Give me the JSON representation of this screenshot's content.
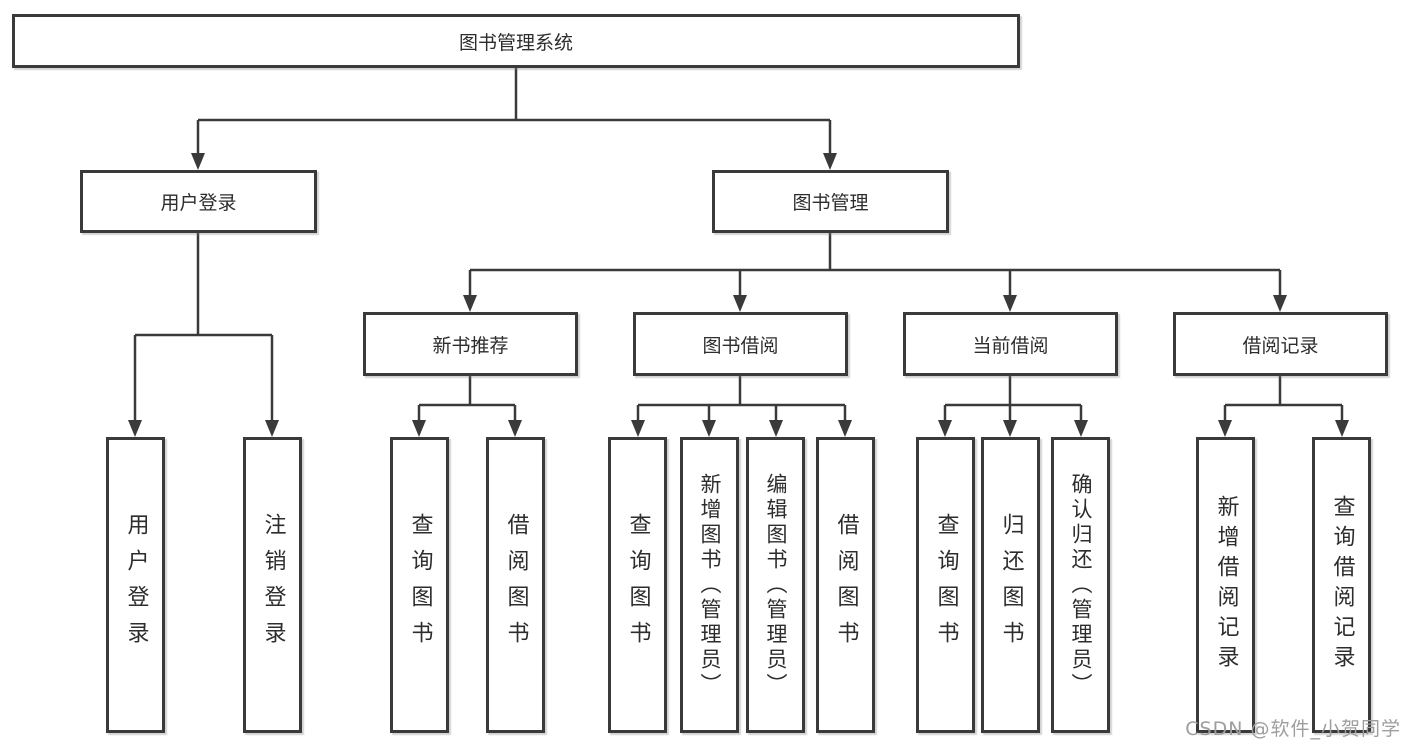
{
  "diagram": {
    "root": "图书管理系统",
    "user_login": {
      "label": "用户登录",
      "children": [
        "用户登录",
        "注销登录"
      ]
    },
    "book_mgmt": {
      "label": "图书管理",
      "sections": [
        {
          "label": "新书推荐",
          "children": [
            "查询图书",
            "借阅图书"
          ]
        },
        {
          "label": "图书借阅",
          "children": [
            "查询图书",
            "新增图书（管理员）",
            "编辑图书（管理员）",
            "借阅图书"
          ]
        },
        {
          "label": "当前借阅",
          "children": [
            "查询图书",
            "归还图书",
            "确认归还（管理员）"
          ]
        },
        {
          "label": "借阅记录",
          "children": [
            "新增借阅记录",
            "查询借阅记录"
          ]
        }
      ]
    }
  },
  "watermark": "CSDN @软件_小贺同学",
  "colors": {
    "line": "#3a3a3a",
    "box_border": "#3a3a3a",
    "text": "#2d2d2d",
    "watermark": "#9e9e9e",
    "background": "#ffffff"
  }
}
